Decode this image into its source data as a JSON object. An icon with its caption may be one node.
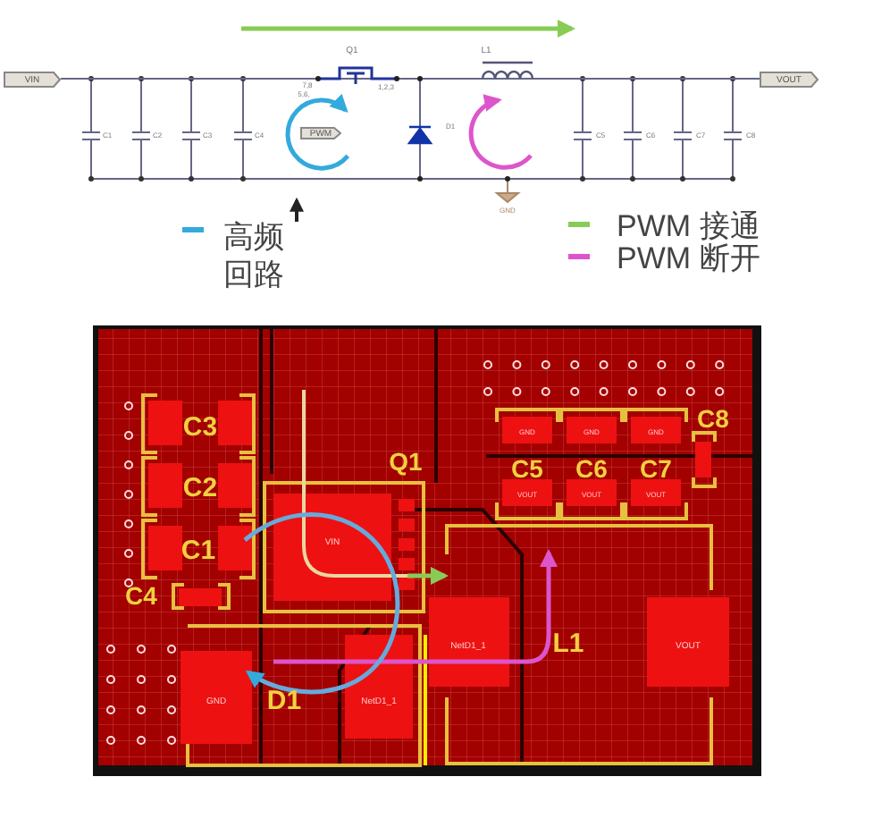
{
  "diagram": {
    "nodes": [
      {
        "text": [
          "VIN"
        ]
      },
      {
        "text": [
          "PWM"
        ]
      },
      {
        "text": [
          "VOUT"
        ]
      }
    ],
    "edges": [
      {
        "from": 0,
        "to": 2,
        "arrow": "none"
      }
    ],
    "labels": [
      "Q1",
      "7,8",
      "5,6,",
      "1,2,3",
      "L1",
      "C1",
      "C2",
      "C3",
      "C4",
      "D1",
      "C5",
      "C6",
      "C7",
      "C8",
      "GND",
      "C3",
      "C2",
      "Q1",
      "C1",
      "C4",
      "C8",
      "GND",
      "GND",
      "GND",
      "C5",
      "C6",
      "C7",
      "VOUT",
      "VOUT",
      "VOUT",
      "VIN",
      "GND",
      "D1",
      "NetD1_1",
      "NetD1_1",
      "L1",
      "VOUT"
    ],
    "legend": [
      {
        "text": "高频回路",
        "color": "#33aadd"
      },
      {
        "text": "PWM 接通",
        "color": "#88cc55"
      },
      {
        "text": "PWM 断开",
        "color": "#dd55cc"
      }
    ]
  }
}
